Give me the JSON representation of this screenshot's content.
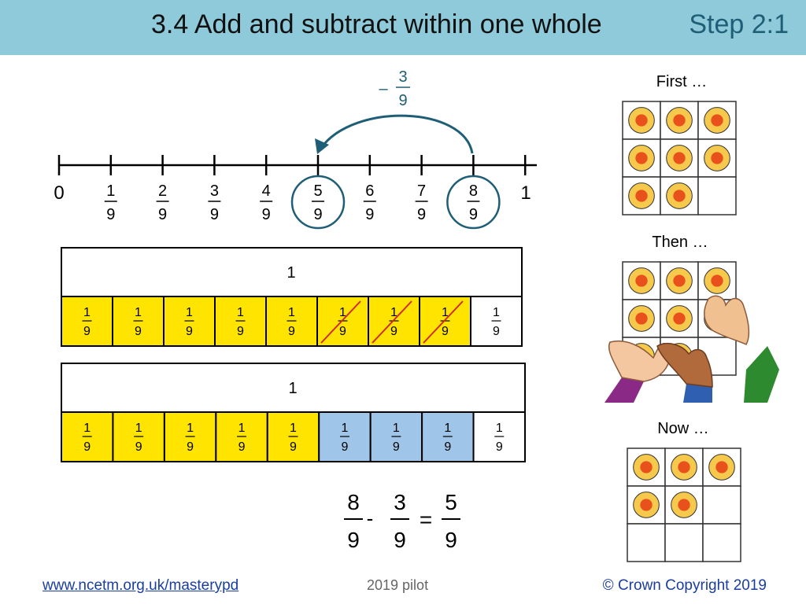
{
  "header": {
    "title": "3.4 Add and subtract within one whole",
    "step": "Step 2:1"
  },
  "number_line": {
    "jump_sign": "–",
    "jump_num": "3",
    "jump_den": "9",
    "start_label": "0",
    "end_label": "1",
    "ticks": [
      {
        "num": "1",
        "den": "9"
      },
      {
        "num": "2",
        "den": "9"
      },
      {
        "num": "3",
        "den": "9"
      },
      {
        "num": "4",
        "den": "9"
      },
      {
        "num": "5",
        "den": "9"
      },
      {
        "num": "6",
        "den": "9"
      },
      {
        "num": "7",
        "den": "9"
      },
      {
        "num": "8",
        "den": "9"
      }
    ],
    "circled_ticks": [
      5,
      8
    ]
  },
  "bar1": {
    "whole_label": "1",
    "parts": [
      {
        "num": "1",
        "den": "9",
        "state": "yellow"
      },
      {
        "num": "1",
        "den": "9",
        "state": "yellow"
      },
      {
        "num": "1",
        "den": "9",
        "state": "yellow"
      },
      {
        "num": "1",
        "den": "9",
        "state": "yellow"
      },
      {
        "num": "1",
        "den": "9",
        "state": "yellow"
      },
      {
        "num": "1",
        "den": "9",
        "state": "crossed"
      },
      {
        "num": "1",
        "den": "9",
        "state": "crossed"
      },
      {
        "num": "1",
        "den": "9",
        "state": "crossed"
      },
      {
        "num": "1",
        "den": "9",
        "state": "white"
      }
    ]
  },
  "bar2": {
    "whole_label": "1",
    "parts": [
      {
        "num": "1",
        "den": "9",
        "state": "yellow"
      },
      {
        "num": "1",
        "den": "9",
        "state": "yellow"
      },
      {
        "num": "1",
        "den": "9",
        "state": "yellow"
      },
      {
        "num": "1",
        "den": "9",
        "state": "yellow"
      },
      {
        "num": "1",
        "den": "9",
        "state": "yellow"
      },
      {
        "num": "1",
        "den": "9",
        "state": "blue"
      },
      {
        "num": "1",
        "den": "9",
        "state": "blue"
      },
      {
        "num": "1",
        "den": "9",
        "state": "blue"
      },
      {
        "num": "1",
        "den": "9",
        "state": "white"
      }
    ]
  },
  "equation": {
    "a_num": "8",
    "a_den": "9",
    "op": "-",
    "b_num": "3",
    "b_den": "9",
    "eq": "=",
    "c_num": "5",
    "c_den": "9"
  },
  "panels": {
    "first_label": "First …",
    "then_label": "Then …",
    "now_label": "Now …",
    "first_counters": 8,
    "then_counters": 8,
    "now_counters": 5
  },
  "colors": {
    "header_bg": "#8ecad9",
    "step_text": "#1f5e77",
    "yellow": "#ffe400",
    "blue": "#9fc5e8",
    "teal": "#1f5e77",
    "cross": "#d02a2a",
    "counter_outer": "#f6c84c",
    "counter_inner": "#e8501c"
  },
  "footer": {
    "link": "www.ncetm.org.uk/masterypd",
    "pilot": "2019 pilot",
    "copyright": "© Crown Copyright 2019"
  }
}
